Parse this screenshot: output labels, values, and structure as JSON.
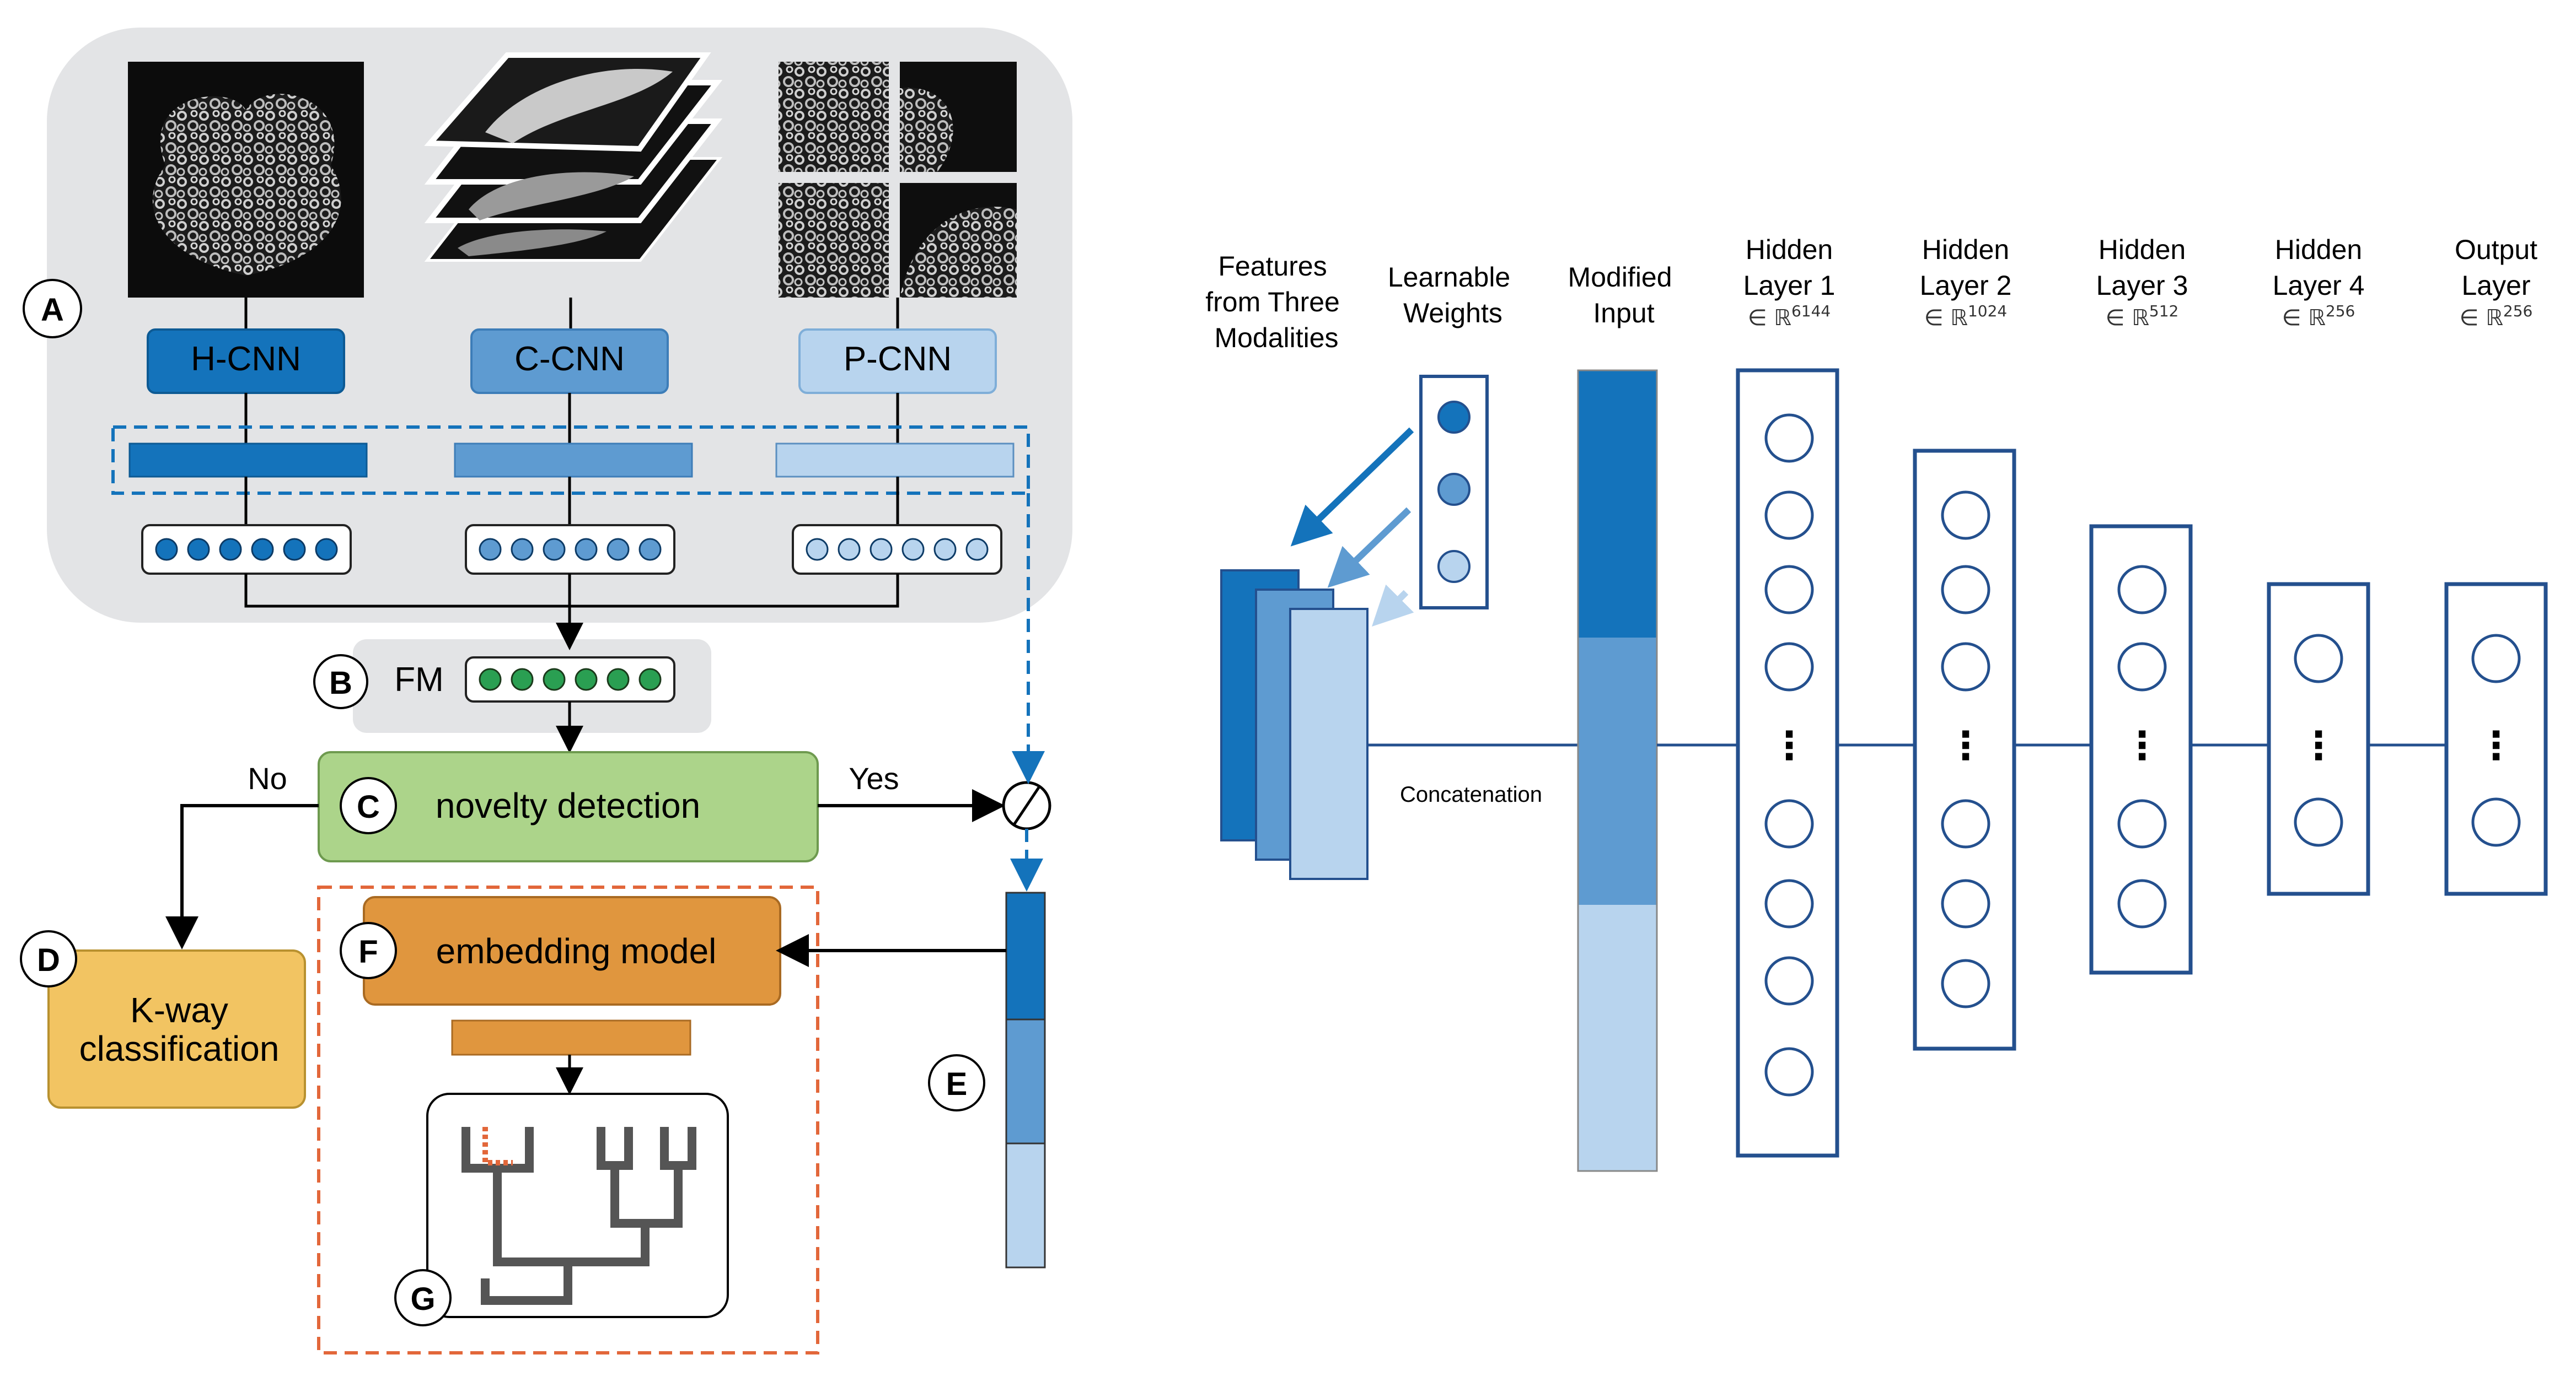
{
  "colors": {
    "dark_blue": "#1473bb",
    "mid_blue": "#5e9bd1",
    "light_blue": "#b8d4ee",
    "navy": "#24508e",
    "panel_gray": "#e3e4e6",
    "green_box": "#acd48a",
    "green_dot": "#2a9f52",
    "orange": "#e0963e",
    "orange_dash": "#e2673a",
    "yellow_box": "#f2c462",
    "tree_gray": "#555555"
  },
  "left": {
    "markers": {
      "a": "A",
      "b": "B",
      "c": "C",
      "d": "D",
      "e": "E",
      "f": "F",
      "g": "G"
    },
    "cnn": {
      "h": "H-CNN",
      "c": "C-CNN",
      "p": "P-CNN"
    },
    "fm_label": "FM",
    "novelty": "novelty detection",
    "no_label": "No",
    "yes_label": "Yes",
    "kway_line1": "K-way",
    "kway_line2": "classification",
    "embedding": "embedding model"
  },
  "right": {
    "header_features": [
      "Features",
      "from Three",
      "Modalities"
    ],
    "header_weights": [
      "Learnable",
      "Weights"
    ],
    "header_modified": [
      "Modified",
      "Input"
    ],
    "layers": [
      {
        "l1": "Hidden",
        "l2": "Layer 1",
        "dim": "6144"
      },
      {
        "l1": "Hidden",
        "l2": "Layer 2",
        "dim": "1024"
      },
      {
        "l1": "Hidden",
        "l2": "Layer 3",
        "dim": "512"
      },
      {
        "l1": "Hidden",
        "l2": "Layer 4",
        "dim": "256"
      },
      {
        "l1": "Output",
        "l2": "Layer",
        "dim": "256"
      }
    ],
    "membership_prefix": "∈ ℝ",
    "concatenation": "Concatenation",
    "ellipsis": "⋮"
  }
}
